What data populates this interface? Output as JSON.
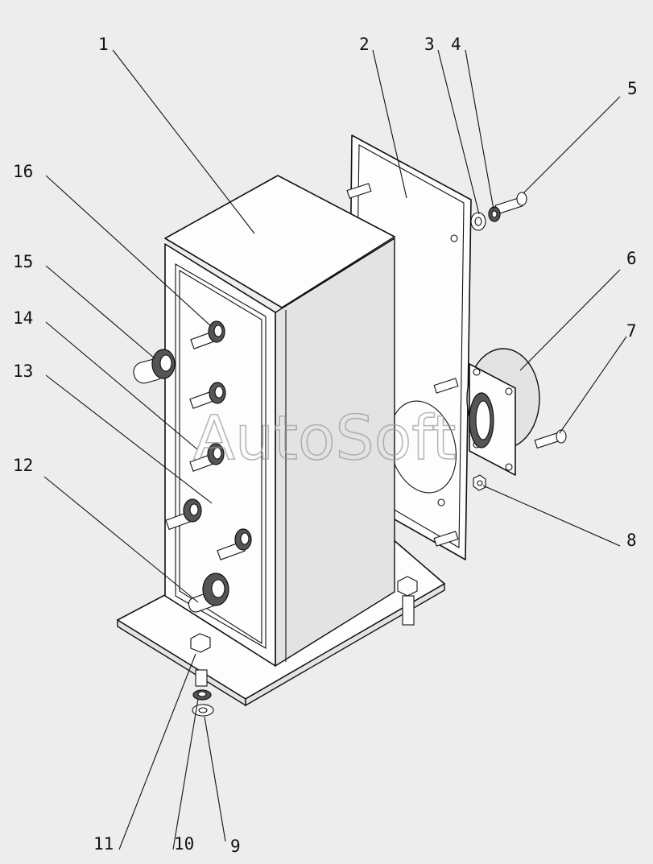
{
  "watermark": "AutoSoft",
  "callouts": [
    {
      "id": "1",
      "label": "1"
    },
    {
      "id": "2",
      "label": "2"
    },
    {
      "id": "3",
      "label": "3"
    },
    {
      "id": "4",
      "label": "4"
    },
    {
      "id": "5",
      "label": "5"
    },
    {
      "id": "6",
      "label": "6"
    },
    {
      "id": "7",
      "label": "7"
    },
    {
      "id": "8",
      "label": "8"
    },
    {
      "id": "9",
      "label": "9"
    },
    {
      "id": "10",
      "label": "10"
    },
    {
      "id": "11",
      "label": "11"
    },
    {
      "id": "12",
      "label": "12"
    },
    {
      "id": "13",
      "label": "13"
    },
    {
      "id": "14",
      "label": "14"
    },
    {
      "id": "15",
      "label": "15"
    },
    {
      "id": "16",
      "label": "16"
    }
  ]
}
